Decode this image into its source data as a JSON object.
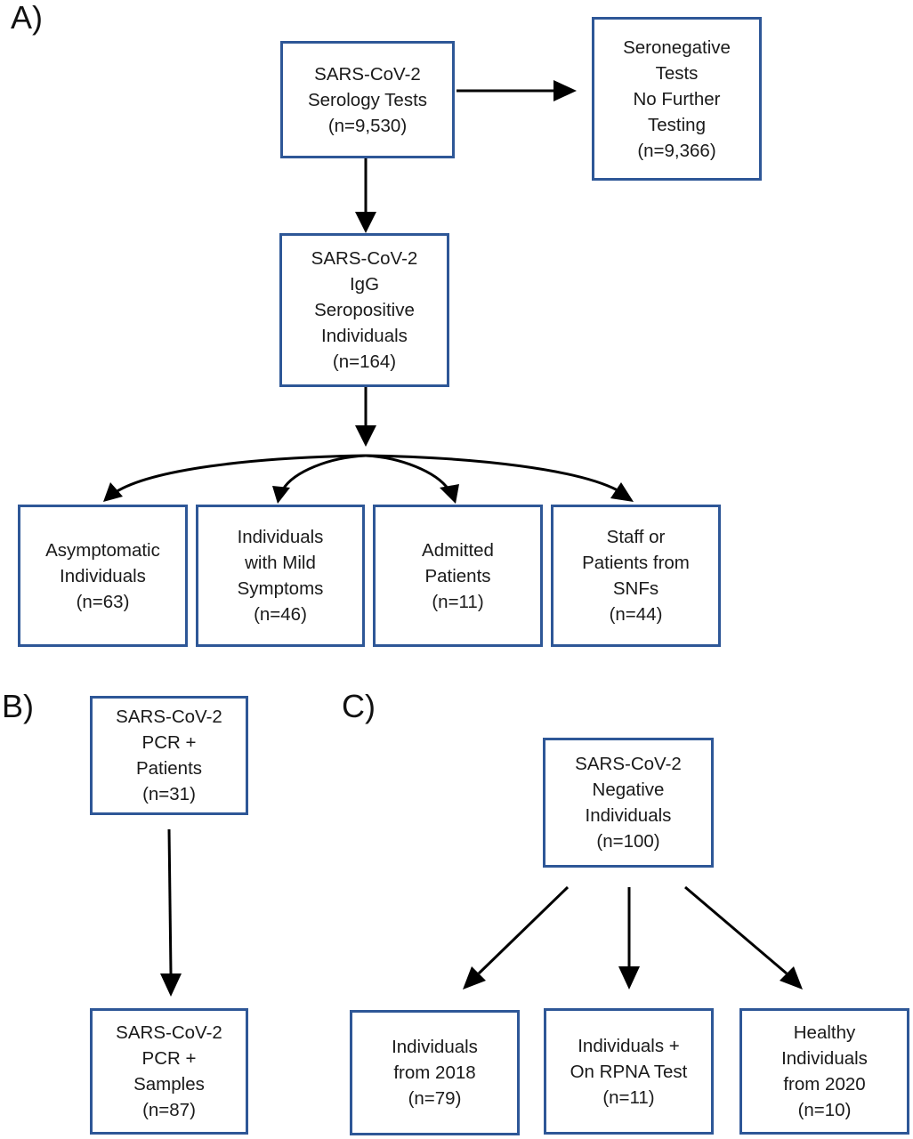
{
  "panels": {
    "a": "A)",
    "b": "B)",
    "c": "C)"
  },
  "colors": {
    "box_border": "#2e5797",
    "arrow": "#000000"
  },
  "boxes": {
    "serology_tests": "SARS-CoV-2\nSerology Tests\n(n=9,530)",
    "seronegative": "Seronegative\nTests\nNo Further\nTesting\n(n=9,366)",
    "seropositive": "SARS-CoV-2\nIgG\nSeropositive\nIndividuals\n(n=164)",
    "asymptomatic": "Asymptomatic\nIndividuals\n(n=63)",
    "mild_symptoms": "Individuals\nwith Mild\nSymptoms\n(n=46)",
    "admitted": "Admitted\nPatients\n(n=11)",
    "snf": "Staff or\nPatients from\nSNFs\n(n=44)",
    "pcr_patients": "SARS-CoV-2\nPCR +\nPatients\n(n=31)",
    "pcr_samples": "SARS-CoV-2\nPCR +\nSamples\n(n=87)",
    "negative": "SARS-CoV-2\nNegative\nIndividuals\n(n=100)",
    "from_2018": "Individuals\nfrom 2018\n(n=79)",
    "rpna": "Individuals +\nOn RPNA Test\n(n=11)",
    "healthy_2020": "Healthy\nIndividuals\nfrom 2020\n(n=10)"
  }
}
